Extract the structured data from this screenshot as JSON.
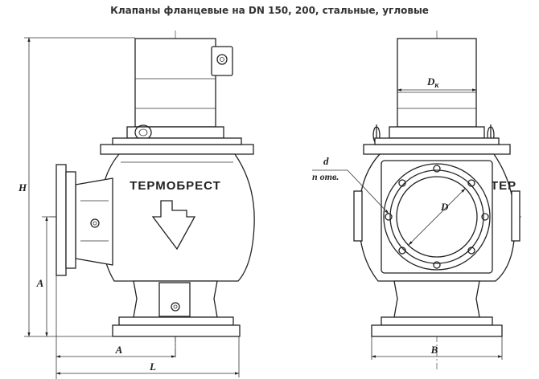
{
  "title": "Клапаны фланцевые на DN 150, 200, стальные, угловые",
  "brand": "ТЕРМОБРЕСТ",
  "brand_fragment": "ТЕР",
  "dimensions": {
    "H": "H",
    "A_vertical": "A",
    "A_horizontal": "A",
    "L": "L",
    "B": "B",
    "D": "D",
    "Dk": "D",
    "Dk_sub": "к",
    "d": "d",
    "n_otv": "n отв."
  }
}
